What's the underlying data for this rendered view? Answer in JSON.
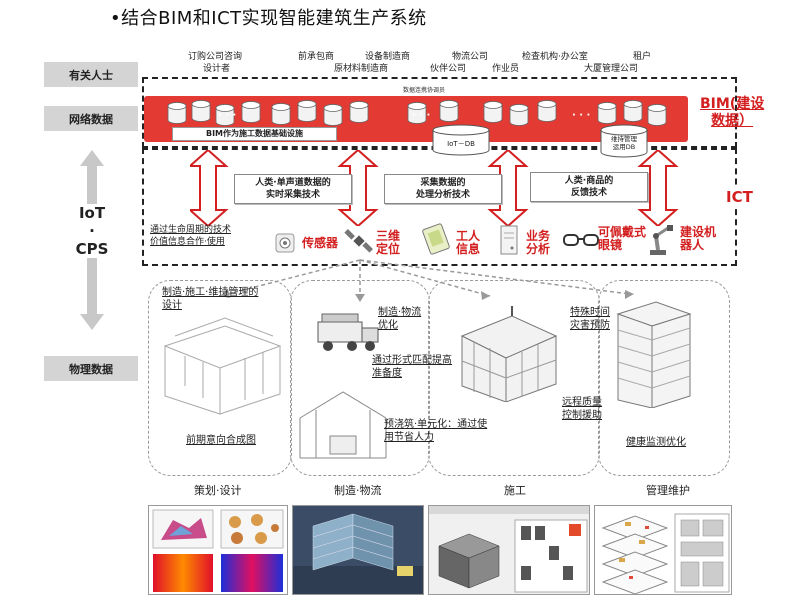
{
  "title": "•结合BIM和ICT实现智能建筑生产系统",
  "left_labels": {
    "stakeholders": "有关人士",
    "network": "网络数据",
    "iot": "IoT",
    "dot": "·",
    "cps": "CPS",
    "physical": "物理数据"
  },
  "stakeholders": {
    "s1": "订购公司咨询",
    "s2": "设计者",
    "s3": "前承包商",
    "s4": "设备制造商",
    "s5": "原材料制造商",
    "s6": "物流公司",
    "s7": "伙伴公司",
    "s8": "作业员",
    "s9": "检查机构·办公室",
    "s10": "租户",
    "s11": "大厦管理公司"
  },
  "network": {
    "collab_caption": "数据连携协调员",
    "bim_base": "BIM作为施工数据基础设施",
    "iot_db": "IoT－DB",
    "maint_db": "维持管理\n运用DB",
    "ellipsis": "· · ·",
    "bim_label": "BIM(建设\n数据）"
  },
  "ict": {
    "label": "ICT",
    "tech1": "人类·单声道数据的\n实时采集技术",
    "tech2": "采集数据的\n处理分析技术",
    "tech3": "人类·商品的\n反馈技术",
    "lifecycle": "通过生命周期的技术\n价值信息合作·使用",
    "sensor": "传感器",
    "positioning": "三维\n定位",
    "worker_info": "工人\n信息",
    "business": "业务\n分析",
    "wearable": "可佩戴式\n眼镜",
    "robot": "建设机\n器人"
  },
  "physical": {
    "c1": "制造·施工·维持管理的\n设计",
    "c2": "前期意向合成图",
    "c3": "制造·物流\n优化",
    "c4": "通过形式匹配提高\n准备度",
    "c5": "预浇筑·单元化：通过使\n用节省人力",
    "c6": "特殊时间\n灾害预防",
    "c7": "远程质量\n控制援助",
    "c8": "健康监测优化"
  },
  "stages": {
    "s1": "策划·设计",
    "s2": "制造·物流",
    "s3": "施工",
    "s4": "管理维护"
  },
  "colors": {
    "accent_red": "#d31f1f",
    "band_red": "#e33b33",
    "label_gray": "#d4d4d4"
  }
}
